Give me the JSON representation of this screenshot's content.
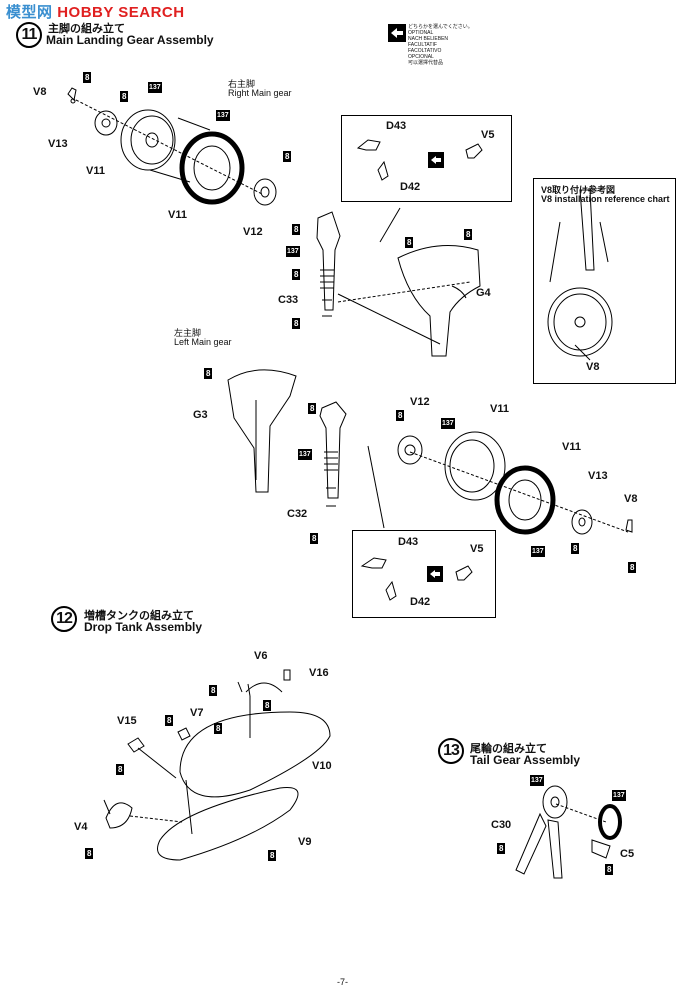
{
  "watermark": {
    "part1": "模型网",
    "part2": "HOBBY SEARCH"
  },
  "optional_note": [
    "どちらかを選んでください。",
    "OPTIONAL",
    "NACH BELIEBEN",
    "FACULTATIF",
    "FACOLTATIVO",
    "OPCIONAL",
    "可以選擇代替品"
  ],
  "step11": {
    "number": "11",
    "title_jp": "主脚の組み立て",
    "title_en": "Main Landing Gear Assembly",
    "right_jp": "右主脚",
    "right_en": "Right Main gear",
    "left_jp": "左主脚",
    "left_en": "Left Main gear"
  },
  "ref_chart": {
    "title_jp": "V8取り付け参考図",
    "title_en": "V8 installation reference chart",
    "part": "V8"
  },
  "step12": {
    "number": "12",
    "title_jp": "増槽タンクの組み立て",
    "title_en": "Drop Tank Assembly"
  },
  "step13": {
    "number": "13",
    "title_jp": "尾輪の組み立て",
    "title_en": "Tail Gear Assembly"
  },
  "parts": {
    "V8": "V8",
    "V13": "V13",
    "V11": "V11",
    "V12": "V12",
    "C33": "C33",
    "G4": "G4",
    "D43": "D43",
    "D42": "D42",
    "V5": "V5",
    "G3": "G3",
    "C32": "C32",
    "V6": "V6",
    "V16": "V16",
    "V15": "V15",
    "V7": "V7",
    "V10": "V10",
    "V4": "V4",
    "V9": "V9",
    "C30": "C30",
    "C5": "C5"
  },
  "badges": {
    "b8": "8",
    "b137": "137"
  },
  "page_number": "-7-"
}
